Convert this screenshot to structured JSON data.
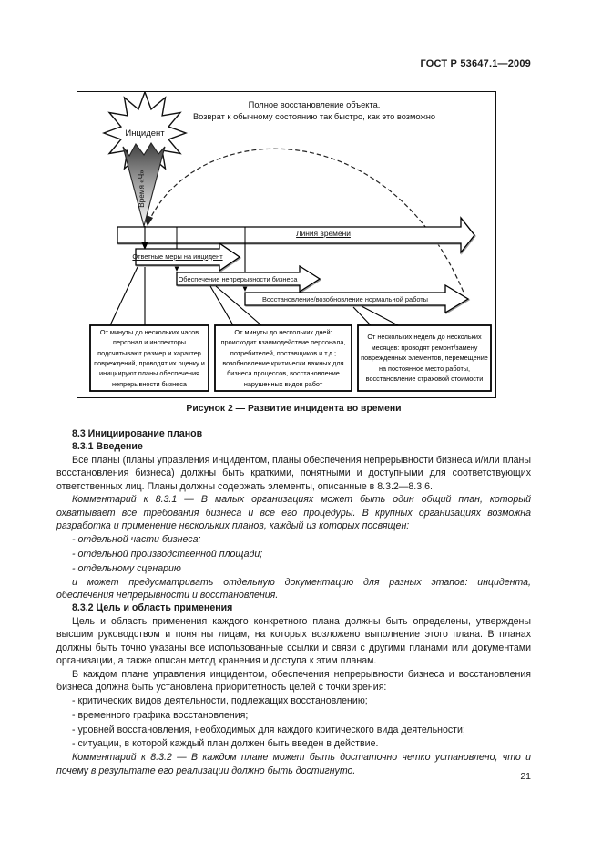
{
  "header": "ГОСТ Р 53647.1—2009",
  "page_number": "21",
  "figure": {
    "caption": "Рисунок 2 — Развитие инцидента во времени",
    "top_note_line1": "Полное восстановление объекта.",
    "top_note_line2": "Возврат к обычному состоянию так быстро, как это возможно",
    "incident_label": "Инцидент",
    "time_h_label": "Время «Ч»",
    "timeline_label": "Линия времени",
    "response_arrow_label": "Ответные меры на инцидент",
    "continuity_arrow_label": "Обеспечение непрерывности бизнеса",
    "recovery_arrow_label": "Восстановление/возобновление нормальной работы",
    "box1": "От минуты до нескольких часов персонал и инспекторы подсчитывают размер и характер повреждений, проводят их оценку и инициируют планы обеспечения непрерывности бизнеса",
    "box2": "От минуты до нескольких дней: происходит взаимодействие персонала, потребителей, поставщиков и т.д.; возобновление критически важных для бизнеса процессов, восстановление нарушенных видов работ",
    "box3": "От нескольких недель до нескольких месяцев: проводят ремонт/замену поврежденных элементов, перемещение на постоянное место работы, восстановление страховой стоимости"
  },
  "content": [
    {
      "type": "h",
      "text": "8.3 Инициирование планов"
    },
    {
      "type": "h",
      "text": "8.3.1 Введение"
    },
    {
      "type": "p",
      "text": "Все планы (планы управления инцидентом, планы обеспечения непрерывности бизнеса и/или планы восстановления бизнеса) должны быть краткими, понятными и доступными для соответствующих ответственных лиц. Планы должны содержать элементы, описанные в 8.3.2—8.3.6."
    },
    {
      "type": "c",
      "text": "Комментарий к 8.3.1 — В малых организациях может быть один общий план, который охватывает все требования бизнеса и все его процедуры. В крупных организациях возможна разработка и применение нескольких планов, каждый из которых посвящен:"
    },
    {
      "type": "li-i",
      "text": "- отдельной части бизнеса;"
    },
    {
      "type": "li-i",
      "text": "- отдельной производственной площади;"
    },
    {
      "type": "li-i",
      "text": "- отдельному сценарию"
    },
    {
      "type": "c",
      "text": "и может предусматривать отдельную документацию для разных этапов: инцидента, обеспечения непрерывности и восстановления."
    },
    {
      "type": "h",
      "text": "8.3.2 Цель и область применения"
    },
    {
      "type": "p",
      "text": "Цель и область применения каждого конкретного плана должны быть определены, утверждены высшим руководством и понятны лицам, на которых возложено выполнение этого плана. В планах должны быть точно указаны все использованные ссылки и связи с другими планами или документами организации, а также описан метод хранения и доступа к этим планам."
    },
    {
      "type": "p",
      "text": "В каждом плане управления инцидентом, обеспечения непрерывности бизнеса и восстановления бизнеса должна быть установлена приоритетность целей с точки зрения:"
    },
    {
      "type": "li",
      "text": "- критических видов деятельности, подлежащих восстановлению;"
    },
    {
      "type": "li",
      "text": "- временного графика восстановления;"
    },
    {
      "type": "li",
      "text": "- уровней восстановления, необходимых для каждого критического вида деятельности;"
    },
    {
      "type": "li",
      "text": "- ситуации, в которой каждый план должен быть введен в действие."
    },
    {
      "type": "c",
      "text": "Комментарий к 8.3.2 — В каждом плане может быть достаточно четко установлено, что и почему в результате его реализации должно быть достигнуто."
    }
  ]
}
